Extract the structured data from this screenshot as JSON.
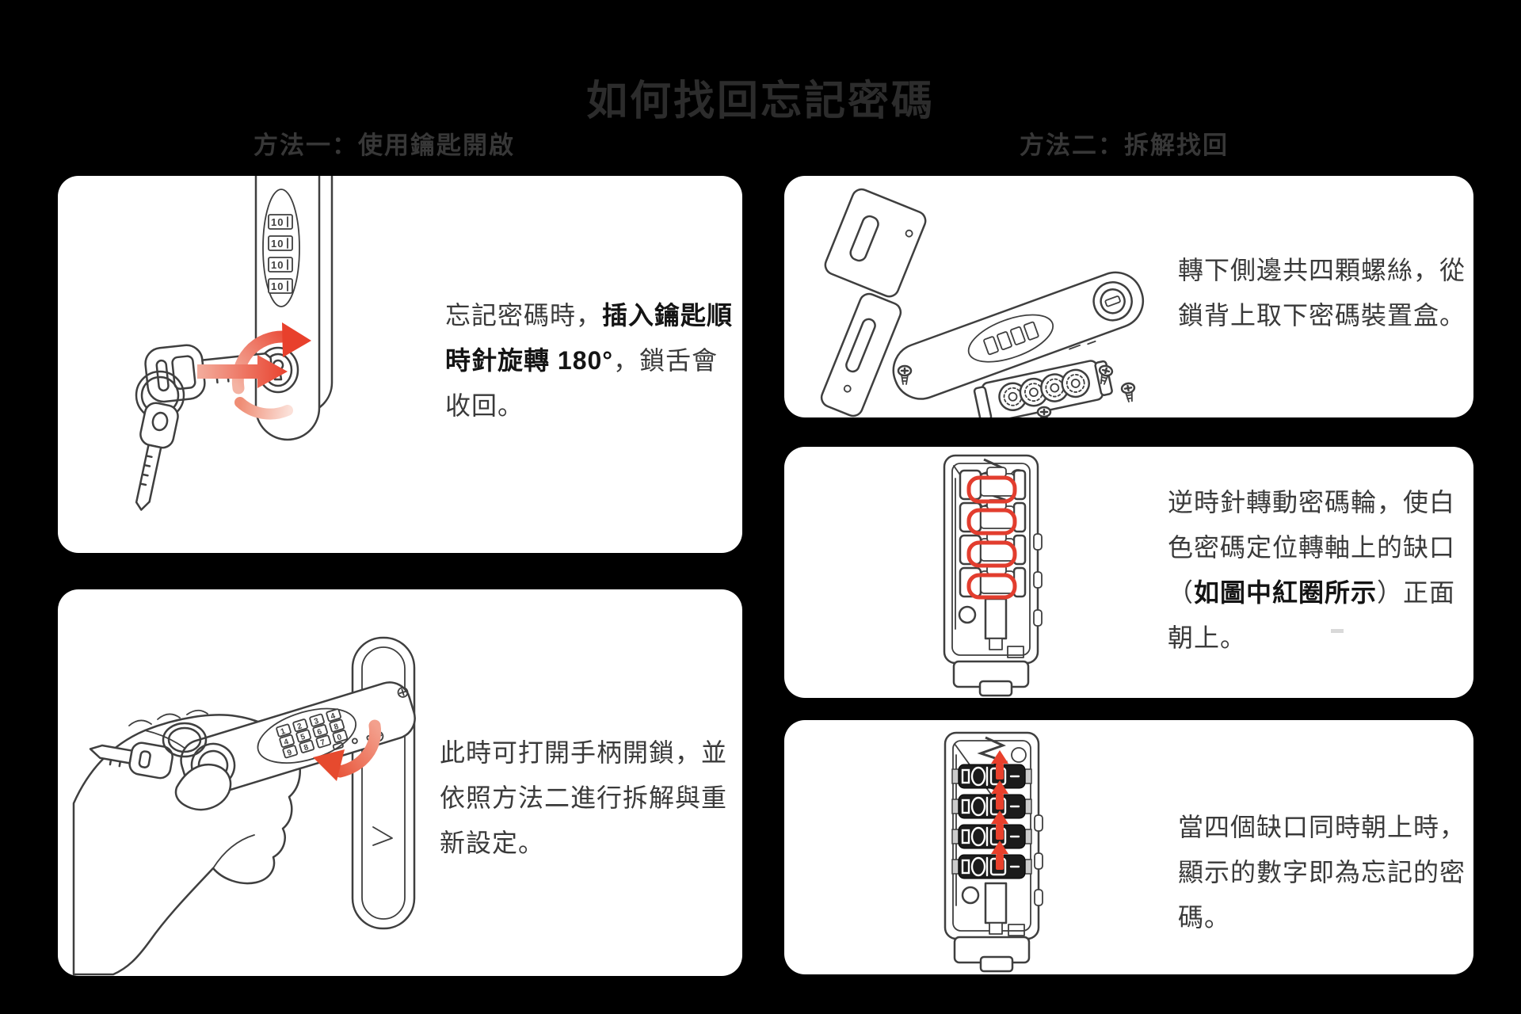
{
  "page": {
    "title": "如何找回忘記密碼",
    "background": "#000000",
    "card_background": "#ffffff",
    "accent_red": "#e8402c",
    "accent_red_light": "#f4b3a3",
    "line_ink": "#3f3f3f"
  },
  "sections": [
    {
      "id": "method1",
      "heading": "方法一：使用鑰匙開啟"
    },
    {
      "id": "method2",
      "heading": "方法二：拆解找回"
    }
  ],
  "cards": [
    {
      "id": "key-unlock",
      "illustration": "lock-front-with-key-turn",
      "dial_label": "10",
      "lines": [
        [
          {
            "t": "忘記密碼時，",
            "b": false
          },
          {
            "t": "插入鑰匙順",
            "b": true
          }
        ],
        [
          {
            "t": "時針旋轉 180°",
            "b": true
          },
          {
            "t": "，鎖舌會",
            "b": false
          }
        ],
        [
          {
            "t": "收回。",
            "b": false
          }
        ]
      ]
    },
    {
      "id": "open-handle",
      "illustration": "hand-opening-handle",
      "keypad": [
        [
          "1",
          "2",
          "3",
          "4"
        ],
        [
          "4",
          "5",
          "6",
          "8"
        ],
        [
          "9",
          "8",
          "7",
          "0"
        ]
      ],
      "lines": [
        [
          {
            "t": "此時可打開手柄開鎖，並",
            "b": false
          }
        ],
        [
          {
            "t": "依照方法二進行拆解與重",
            "b": false
          }
        ],
        [
          {
            "t": "新設定。",
            "b": false
          }
        ]
      ]
    },
    {
      "id": "unscrew-four-screws",
      "illustration": "disassembled-lock-with-screws",
      "lines": [
        [
          {
            "t": "轉下側邊共四顆螺絲，從",
            "b": false
          }
        ],
        [
          {
            "t": "鎖背上取下密碼裝置盒。",
            "b": false
          }
        ]
      ]
    },
    {
      "id": "rotate-code-wheels",
      "illustration": "code-module-red-circled-notches",
      "lines": [
        [
          {
            "t": "逆時針轉動密碼輪，使白",
            "b": false
          }
        ],
        [
          {
            "t": "色密碼定位轉軸上的缺口",
            "b": false
          }
        ],
        [
          {
            "t": "（",
            "b": false
          },
          {
            "t": "如圖中紅圈所示",
            "b": true
          },
          {
            "t": "）正面",
            "b": false
          }
        ],
        [
          {
            "t": "朝上。",
            "b": false
          }
        ]
      ]
    },
    {
      "id": "read-forgotten-code",
      "illustration": "code-module-notches-up-arrows",
      "lines": [
        [
          {
            "t": "當四個缺口同時朝上時，",
            "b": false
          }
        ],
        [
          {
            "t": "顯示的數字即為忘記的密",
            "b": false
          }
        ],
        [
          {
            "t": "碼。",
            "b": false
          }
        ]
      ]
    }
  ]
}
